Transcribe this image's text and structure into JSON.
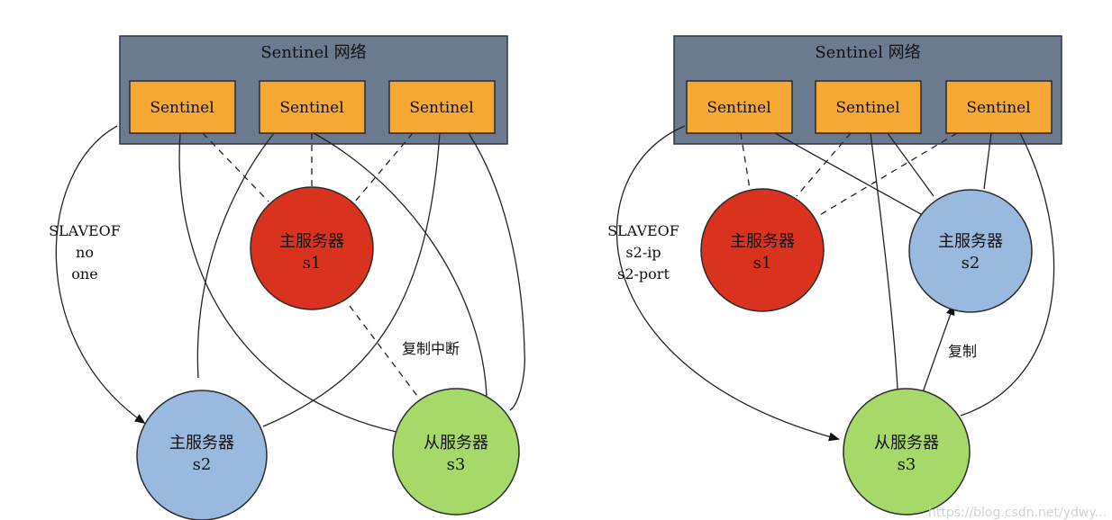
{
  "colors": {
    "network": "#6b7a8f",
    "sentinel": "#f5a833",
    "master_old": "#d9321f",
    "master_new": "#9ab9df",
    "slave": "#a6d96a"
  },
  "left": {
    "network_title": "Sentinel 网络",
    "sentinels": [
      "Sentinel",
      "Sentinel",
      "Sentinel"
    ],
    "s1": {
      "line1": "主服务器",
      "line2": "s1"
    },
    "s2": {
      "line1": "主服务器",
      "line2": "s2"
    },
    "s3": {
      "line1": "从服务器",
      "line2": "s3"
    },
    "command": [
      "SLAVEOF",
      "no",
      "one"
    ],
    "edge_label": "复制中断"
  },
  "right": {
    "network_title": "Sentinel 网络",
    "sentinels": [
      "Sentinel",
      "Sentinel",
      "Sentinel"
    ],
    "s1": {
      "line1": "主服务器",
      "line2": "s1"
    },
    "s2": {
      "line1": "主服务器",
      "line2": "s2"
    },
    "s3": {
      "line1": "从服务器",
      "line2": "s3"
    },
    "command": [
      "SLAVEOF",
      "s2-ip",
      "s2-port"
    ],
    "edge_label": "复制"
  },
  "watermark": "https://blog.csdn.net/ydwy..."
}
